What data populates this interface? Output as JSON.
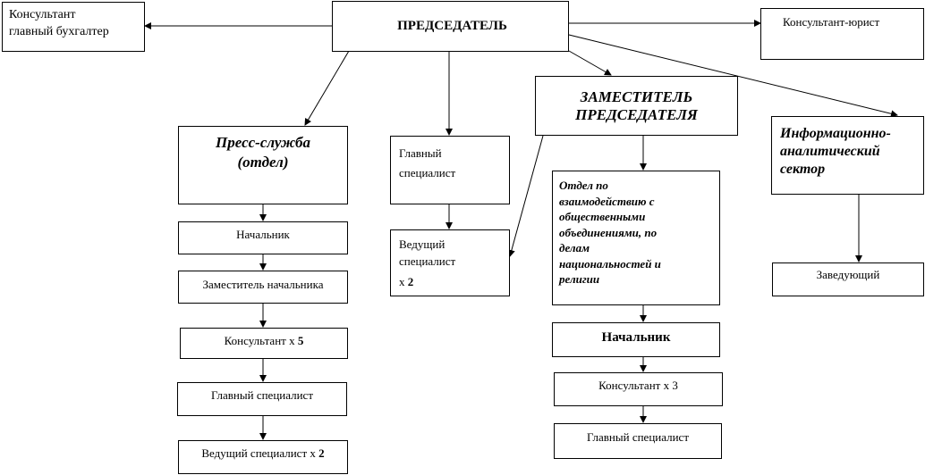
{
  "chairman": "ПРЕДСЕДАТЕЛЬ",
  "consultant_accountant": "Консультант\nглавный бухгалтер",
  "consultant_lawyer": "Консультант-юрист",
  "deputy_chairman": "ЗАМЕСТИТЕЛЬ\nПРЕДСЕДАТЕЛЯ",
  "info_sector": "Информационно-\nаналитический\nсектор",
  "info_head": "Заведующий",
  "press_service": {
    "title": "Пресс-служба\n(отдел)",
    "chief": "Начальник",
    "deputy_chief": "Заместитель начальника",
    "consultant": "Консультант х ",
    "consultant_count": "5",
    "chief_specialist": "Главный специалист",
    "leading_specialist": "Ведущий специалист х ",
    "leading_count": "2"
  },
  "middle": {
    "chief_specialist": "Главный\nспециалист",
    "leading_specialist": "Ведущий\nспециалист",
    "leading_count_prefix": "х ",
    "leading_count": "2"
  },
  "relations_dept": {
    "title": "Отдел по\nвзаимодействию с\nобщественными\nобъединениями,  по\nделам\nнациональностей и\nрелигии",
    "chief": "Начальник",
    "consultant": "Консультант х 3",
    "chief_specialist": "Главный специалист"
  }
}
